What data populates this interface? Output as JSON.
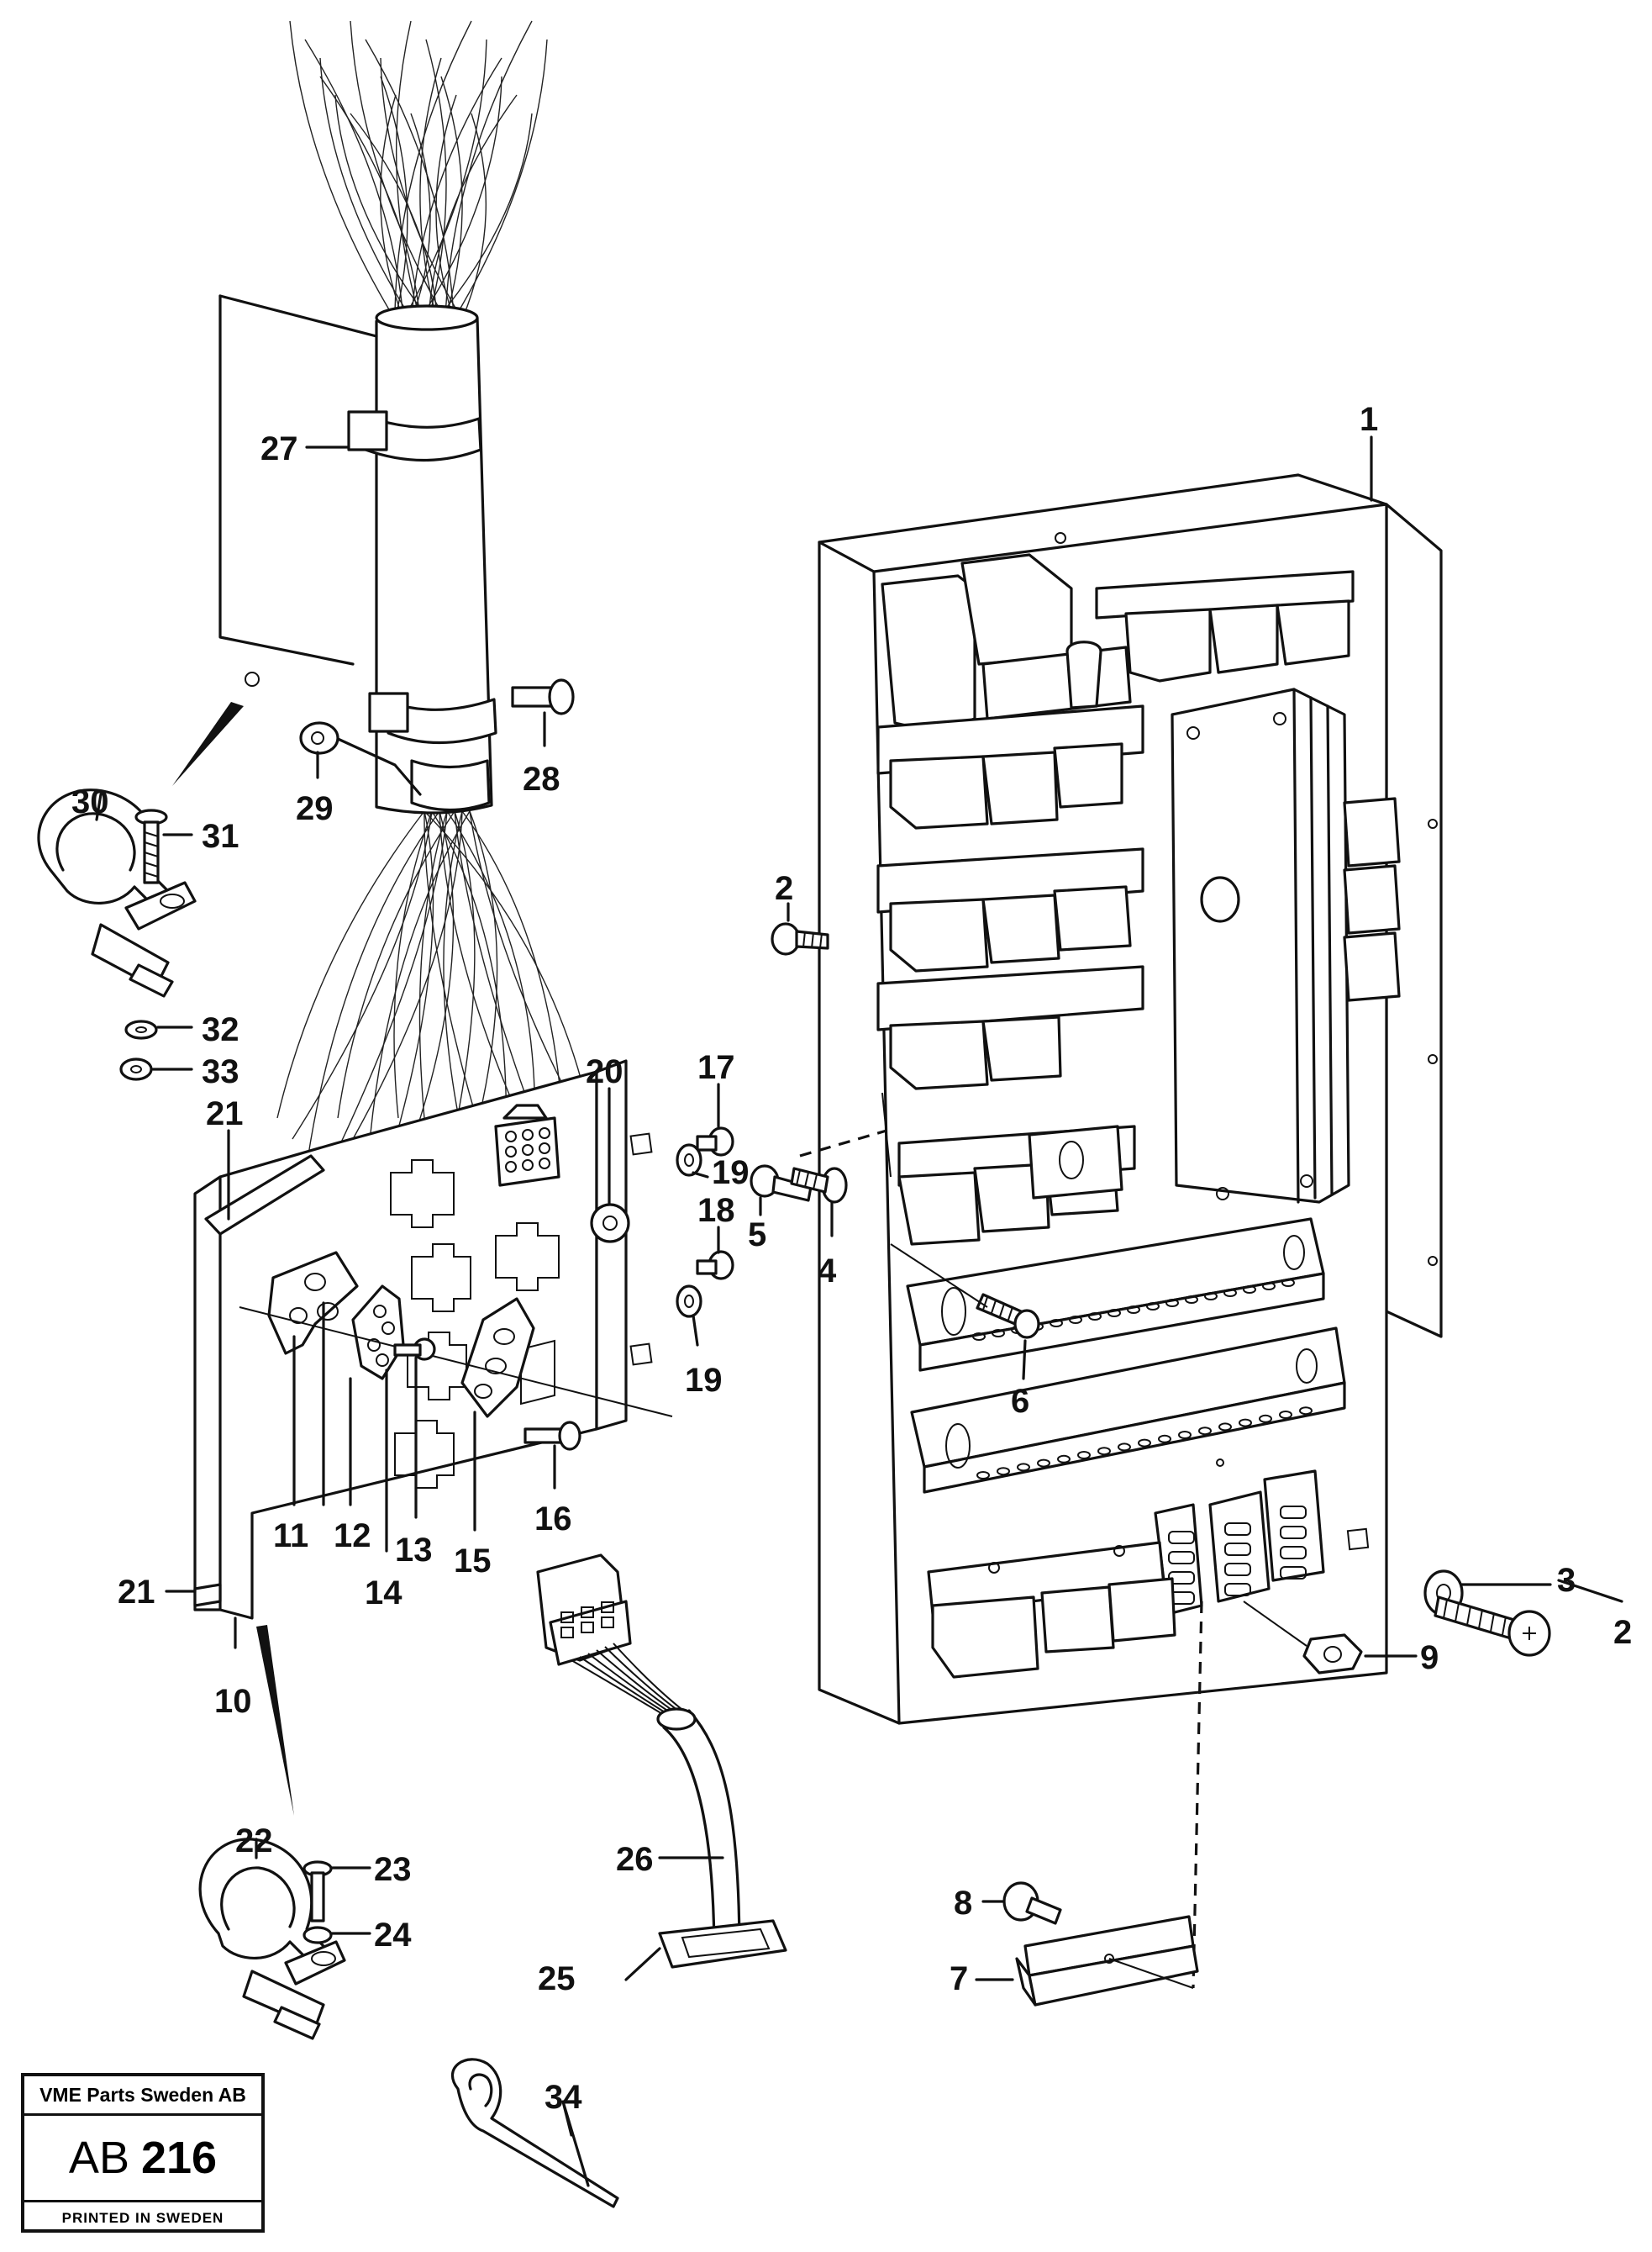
{
  "stamp": {
    "company": "VME Parts Sweden AB",
    "ref_prefix": "AB",
    "ref_number": "216",
    "printed": "PRINTED IN SWEDEN"
  },
  "callouts": [
    {
      "id": "c1",
      "label": "1"
    },
    {
      "id": "c2a",
      "label": "2"
    },
    {
      "id": "c2b",
      "label": "2"
    },
    {
      "id": "c3",
      "label": "3"
    },
    {
      "id": "c4",
      "label": "4"
    },
    {
      "id": "c5",
      "label": "5"
    },
    {
      "id": "c6",
      "label": "6"
    },
    {
      "id": "c7",
      "label": "7"
    },
    {
      "id": "c8",
      "label": "8"
    },
    {
      "id": "c9",
      "label": "9"
    },
    {
      "id": "c10",
      "label": "10"
    },
    {
      "id": "c11",
      "label": "11"
    },
    {
      "id": "c12",
      "label": "12"
    },
    {
      "id": "c13",
      "label": "13"
    },
    {
      "id": "c14",
      "label": "14"
    },
    {
      "id": "c15",
      "label": "15"
    },
    {
      "id": "c16",
      "label": "16"
    },
    {
      "id": "c17",
      "label": "17"
    },
    {
      "id": "c18",
      "label": "18"
    },
    {
      "id": "c19a",
      "label": "19"
    },
    {
      "id": "c19b",
      "label": "19"
    },
    {
      "id": "c20",
      "label": "20"
    },
    {
      "id": "c21a",
      "label": "21"
    },
    {
      "id": "c21b",
      "label": "21"
    },
    {
      "id": "c22",
      "label": "22"
    },
    {
      "id": "c23",
      "label": "23"
    },
    {
      "id": "c24",
      "label": "24"
    },
    {
      "id": "c25",
      "label": "25"
    },
    {
      "id": "c26",
      "label": "26"
    },
    {
      "id": "c27",
      "label": "27"
    },
    {
      "id": "c28",
      "label": "28"
    },
    {
      "id": "c29",
      "label": "29"
    },
    {
      "id": "c30",
      "label": "30"
    },
    {
      "id": "c31",
      "label": "31"
    },
    {
      "id": "c32",
      "label": "32"
    },
    {
      "id": "c33",
      "label": "33"
    },
    {
      "id": "c34",
      "label": "34"
    }
  ]
}
